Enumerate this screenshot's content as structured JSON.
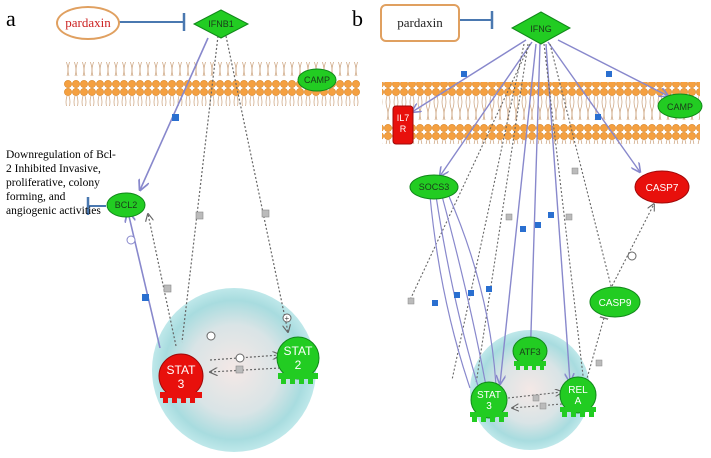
{
  "panels": [
    {
      "letter": "a",
      "inhibitor": "pardaxin",
      "ligand": "IFNB1",
      "nodes": {
        "camp": "CAMP",
        "bcl2": "BCL2",
        "stat3": "STAT\n3",
        "stat2": "STAT\n2"
      },
      "note": "Downregulation of Bcl-2 Inhibited Invasive, proliferative, colony forming, and angiogenic activities"
    },
    {
      "letter": "b",
      "inhibitor": "pardaxin",
      "ligand": "IFNG",
      "nodes": {
        "il7r": "IL7\nR",
        "camp": "CAMP",
        "socs3": "SOCS3",
        "casp7": "CASP7",
        "casp9": "CASP9",
        "atf3": "ATF3",
        "stat3": "STAT\n3",
        "rela": "REL\nA"
      }
    }
  ],
  "colors": {
    "upregulated": "#22cc22",
    "downregulated": "#e8100c",
    "membrane": "#f5a040",
    "pardaxin_border": "#e0a060",
    "pardaxin_text_a": "#cc2222",
    "inhibit_line": "#4a78b0",
    "edge_solid": "#8888cc",
    "edge_dotted": "#777777"
  },
  "icons": [
    "inhibition-bar-icon",
    "activation-arrow-icon"
  ]
}
